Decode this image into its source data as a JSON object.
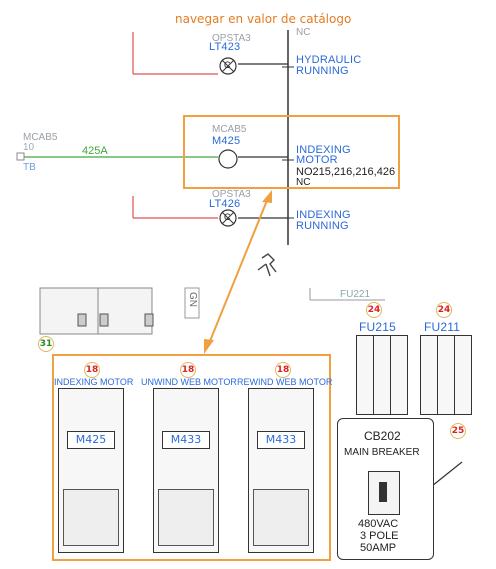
{
  "tooltip": "navegar en valor de catálogo",
  "top": {
    "opst_top_label": "OPSTA3",
    "lt423": "LT423",
    "lamp_symbol": "C",
    "nc_top": "NC",
    "hydraulic": "HYDRAULIC",
    "running_1": "RUNNING",
    "mcab5_left": "MCAB5",
    "num10": "10",
    "tb": "TB",
    "wire_425a": "425A",
    "mcab5_inner": "MCAB5",
    "m425": "M425",
    "indexing_1": "INDEXING",
    "motor": "MOTOR",
    "no_contacts": "NO215,216,216,426",
    "nc_mid": "NC",
    "opst_bottom_label": "OPSTA3",
    "lt426": "LT426",
    "indexing_2": "INDEXING",
    "running_2": "RUNNING"
  },
  "cabinet": {
    "fu221": "FU221",
    "gnd_label": "GN",
    "badge_31": "31",
    "fuses": [
      {
        "badge": "24",
        "label": "FU215"
      },
      {
        "badge": "24",
        "label": "FU211"
      }
    ],
    "starters": [
      {
        "badge": "18",
        "title": "INDEXING MOTOR",
        "label": "M425"
      },
      {
        "badge": "18",
        "title": "UNWIND WEB MOTOR",
        "label": "M433"
      },
      {
        "badge": "18",
        "title": "REWIND WEB MOTOR",
        "label": "M433"
      }
    ],
    "breaker": {
      "badge": "25",
      "id": "CB202",
      "name": "MAIN BREAKER",
      "rating_1": "480VAC",
      "rating_2": "3 POLE",
      "rating_3": "50AMP"
    }
  },
  "colors": {
    "highlight": "#f0a040",
    "schematic_blue": "#2a6ad8",
    "wire_red": "#e05050",
    "wire_green": "#3ea83e"
  }
}
